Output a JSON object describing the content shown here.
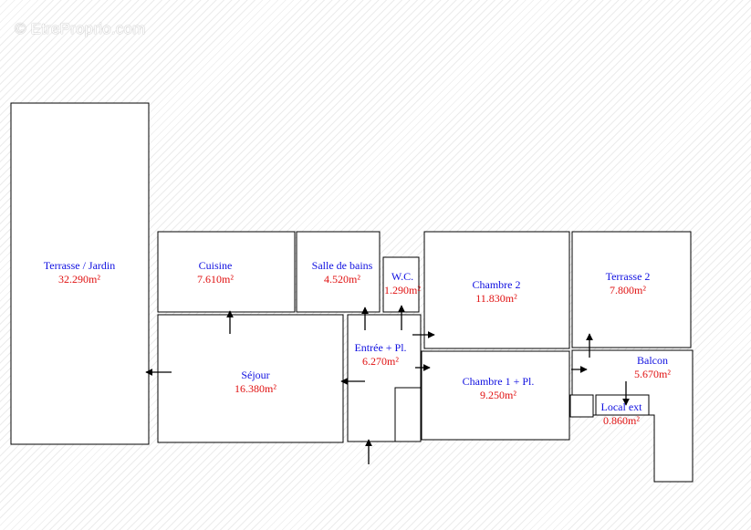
{
  "watermark": "© EtreProprio.com",
  "rooms": {
    "terrasse_jardin": {
      "name": "Terrasse / Jardin",
      "area": "32.290m²"
    },
    "cuisine": {
      "name": "Cuisine",
      "area": "7.610m²"
    },
    "salle_de_bains": {
      "name": "Salle de bains",
      "area": "4.520m²"
    },
    "wc": {
      "name": "W.C.",
      "area": "1.290m²"
    },
    "chambre_2": {
      "name": "Chambre 2",
      "area": "11.830m²"
    },
    "terrasse_2": {
      "name": "Terrasse 2",
      "area": "7.800m²"
    },
    "sejour": {
      "name": "Séjour",
      "area": "16.380m²"
    },
    "entree": {
      "name": "Entrée + Pl.",
      "area": "6.270m²"
    },
    "chambre_1": {
      "name": "Chambre 1 + Pl.",
      "area": "9.250m²"
    },
    "balcon": {
      "name": "Balcon",
      "area": "5.670m²"
    },
    "local_ext": {
      "name": "Local ext",
      "area": "0.860m²"
    }
  },
  "colors": {
    "name_text": "#1010e0",
    "area_text": "#e01010",
    "walls": "#000000"
  }
}
